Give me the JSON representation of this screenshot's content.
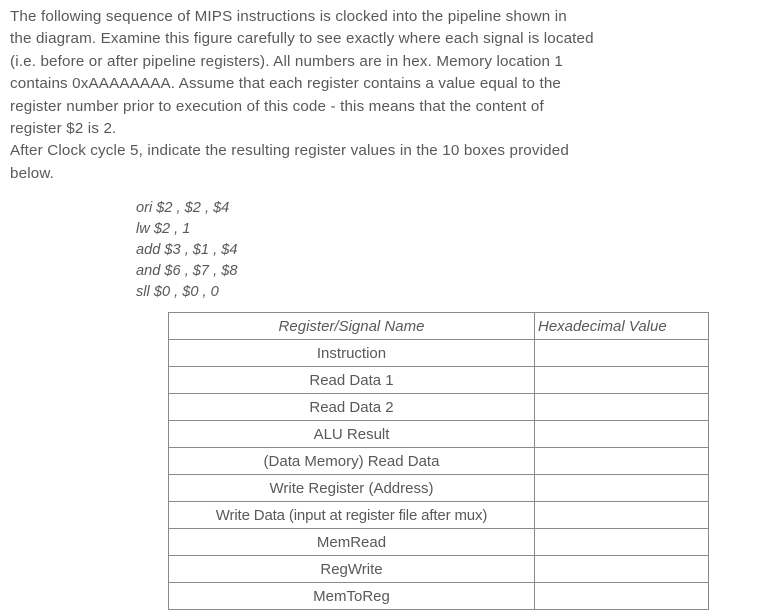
{
  "document": {
    "background_color": "#ffffff",
    "text_color": "#595959",
    "border_color_outer": "#2b2b2b",
    "border_color_inner": "#8a8a8a"
  },
  "prompt": {
    "lines": [
      "The following sequence of MIPS instructions is clocked into the pipeline shown in",
      "the diagram. Examine this figure carefully to see exactly where each signal is located",
      "(i.e. before or after pipeline registers). All numbers are in hex. Memory location 1",
      "contains 0xAAAAAAAA. Assume that each register contains a value equal to the",
      "register number prior to execution of this code - this means that the content of",
      "register $2 is 2.",
      "After Clock cycle 5, indicate the resulting register values in the 10 boxes provided",
      "below."
    ]
  },
  "code": {
    "instructions": [
      "ori $2 , $2 , $4",
      "lw $2 , 1",
      "add $3 , $1 , $4",
      "and $6 , $7 , $8",
      "sll $0 , $0 , 0"
    ]
  },
  "table": {
    "headers": [
      "Register/Signal Name",
      "Hexadecimal Value"
    ],
    "rows": [
      {
        "name": "Instruction",
        "value": ""
      },
      {
        "name": "Read Data 1",
        "value": ""
      },
      {
        "name": "Read Data 2",
        "value": ""
      },
      {
        "name": "ALU Result",
        "value": ""
      },
      {
        "name": "(Data Memory) Read Data",
        "value": ""
      },
      {
        "name": "Write Register (Address)",
        "value": ""
      },
      {
        "name": "Write Data (input at register file after mux)",
        "value": ""
      },
      {
        "name": "MemRead",
        "value": ""
      },
      {
        "name": "RegWrite",
        "value": ""
      },
      {
        "name": "MemToReg",
        "value": ""
      }
    ]
  }
}
